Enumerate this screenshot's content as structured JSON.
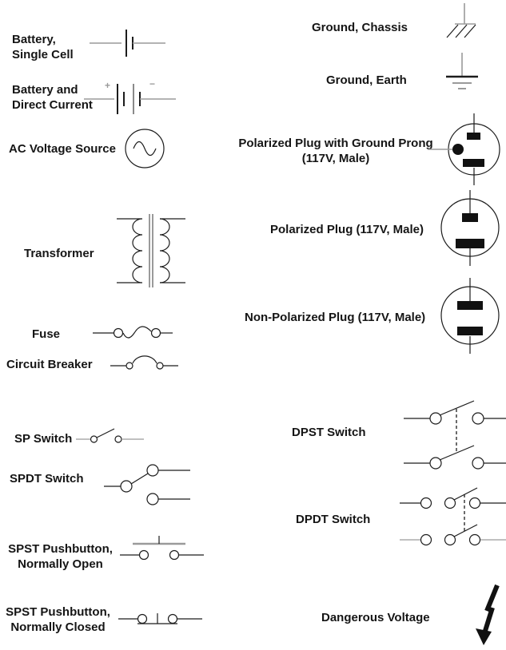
{
  "colors": {
    "background": "#ffffff",
    "ink": "#1c1c1c",
    "lead_gray": "#9a9a9a"
  },
  "marks": {
    "plus": "+",
    "minus": "−"
  },
  "left": {
    "items": [
      {
        "id": "battery-single-cell",
        "label": "Battery,\nSingle Cell"
      },
      {
        "id": "battery-direct-current",
        "label": "Battery and\nDirect Current"
      },
      {
        "id": "ac-voltage-source",
        "label": "AC Voltage Source"
      },
      {
        "id": "transformer",
        "label": "Transformer"
      },
      {
        "id": "fuse",
        "label": "Fuse"
      },
      {
        "id": "circuit-breaker",
        "label": "Circuit Breaker"
      },
      {
        "id": "sp-switch",
        "label": "SP Switch"
      },
      {
        "id": "spdt-switch",
        "label": "SPDT Switch"
      },
      {
        "id": "spst-pushbutton-normally-open",
        "label": "SPST Pushbutton,\nNormally Open"
      },
      {
        "id": "spst-pushbutton-normally-closed",
        "label": "SPST Pushbutton,\nNormally Closed"
      }
    ]
  },
  "right": {
    "items": [
      {
        "id": "ground-chassis",
        "label": "Ground, Chassis"
      },
      {
        "id": "ground-earth",
        "label": "Ground, Earth"
      },
      {
        "id": "polarized-plug-ground-prong",
        "label": "Polarized Plug with Ground Prong\n(117V, Male)"
      },
      {
        "id": "polarized-plug",
        "label": "Polarized Plug (117V, Male)"
      },
      {
        "id": "non-polarized-plug",
        "label": "Non-Polarized Plug  (117V, Male)"
      },
      {
        "id": "dpst-switch",
        "label": "DPST Switch"
      },
      {
        "id": "dpdt-switch",
        "label": "DPDT Switch"
      },
      {
        "id": "dangerous-voltage",
        "label": "Dangerous Voltage"
      }
    ]
  }
}
